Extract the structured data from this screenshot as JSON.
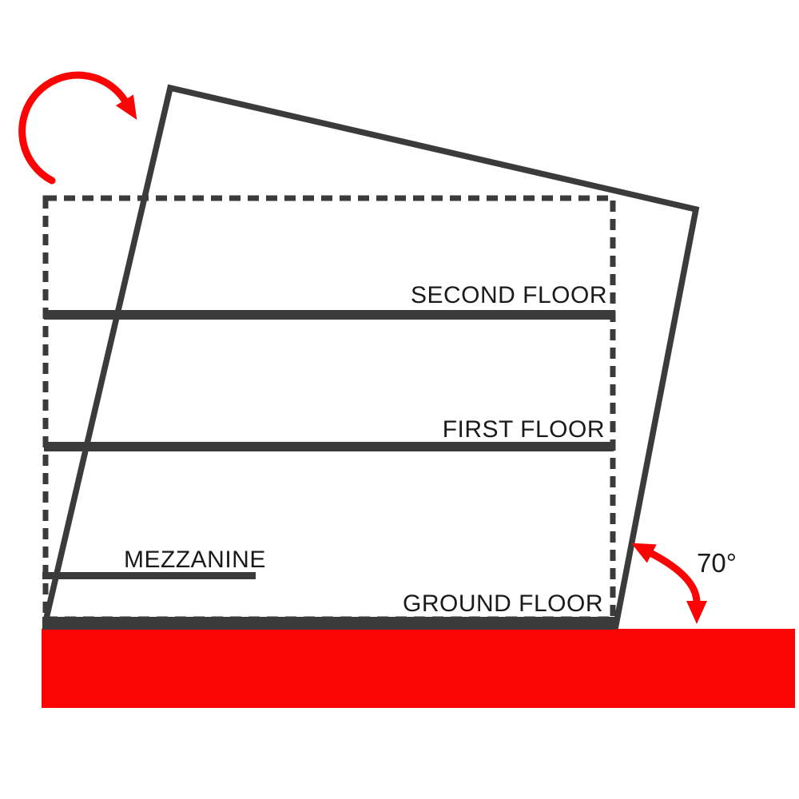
{
  "diagram": {
    "description": "Section diagram of a tilted building with floor levels and tilt angle",
    "floors": [
      {
        "id": "second-floor",
        "label": "SECOND FLOOR"
      },
      {
        "id": "first-floor",
        "label": "FIRST FLOOR"
      },
      {
        "id": "mezzanine",
        "label": "MEZZANINE"
      },
      {
        "id": "ground-floor",
        "label": "GROUND FLOOR"
      }
    ],
    "angle": {
      "label": "70°",
      "value_degrees": 70
    },
    "icons": {
      "rotation_arrow": "clockwise-rotation-arrow",
      "angle_arrow": "double-headed-angle-arrow"
    },
    "colors": {
      "accent_red": "#fb0404",
      "line_dark": "#3b3b3b",
      "text_black": "#1a1a1a",
      "background": "#ffffff"
    }
  }
}
